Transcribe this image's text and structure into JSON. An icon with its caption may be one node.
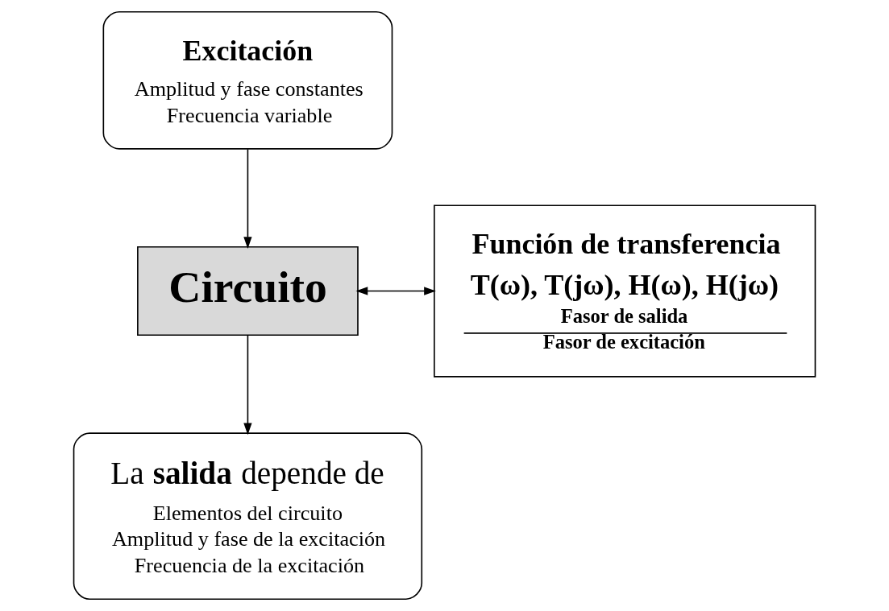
{
  "diagram": {
    "nodes": [
      {
        "text": [
          "Excitación",
          "Amplitud y fase constantes",
          "Frecuencia variable"
        ]
      },
      {
        "text": [
          "Circuito"
        ]
      },
      {
        "text": [
          "Función de transferencia",
          "T(ω), T(jω), H(ω), H(jω)",
          "Fasor de salida",
          "Fasor de excitación"
        ]
      },
      {
        "text": [
          "La **salida** depende de",
          "Elementos del circuito",
          "Amplitud y fase de la excitación",
          "Frecuencia de la excitación"
        ]
      }
    ],
    "edges": [
      {
        "from": 0,
        "to": 1,
        "arrow": "to"
      },
      {
        "from": 1,
        "to": 2,
        "arrow": "both"
      },
      {
        "from": 1,
        "to": 3,
        "arrow": "to"
      }
    ]
  }
}
